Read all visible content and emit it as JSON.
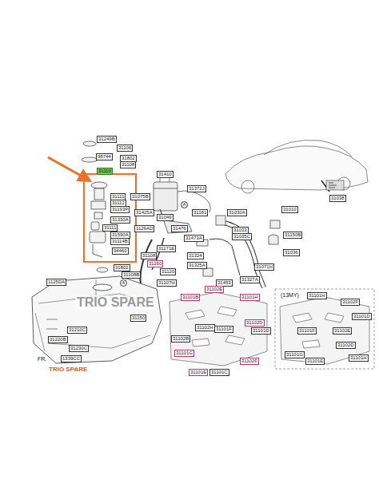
{
  "diagram": {
    "labels": [
      "31249B",
      "31106",
      "98744",
      "31802",
      "31108",
      "31110",
      "31111",
      "31112",
      "31193P",
      "31330A",
      "31111",
      "31590A",
      "31114B",
      "94460",
      "31802",
      "31108B",
      "A",
      "1125DA",
      "31150",
      "31210C",
      "31220B",
      "31230C",
      "1339CC",
      "FR.",
      "31410",
      "31075B",
      "31049",
      "31372J",
      "A",
      "31425A",
      "1129AD",
      "31181",
      "31476",
      "31473A",
      "31171E",
      "31108",
      "31160",
      "31120",
      "31107H",
      "31030A",
      "31033",
      "31035C",
      "31324",
      "31325A",
      "31453",
      "31327A",
      "31071H",
      "31010",
      "31150B",
      "31036",
      "31038",
      "(13MY)",
      "31101B",
      "31102E",
      "31101H",
      "31102D",
      "31101D",
      "31102H",
      "31101F",
      "31102F",
      "31101G",
      "31101E",
      "31101C",
      "31102B",
      "31101H",
      "31102F",
      "31101D",
      "31102E",
      "31101F",
      "31101G",
      "31101E",
      "31102D",
      "31101H",
      "TRIO SPARE",
      "TRIO SPARE"
    ]
  }
}
